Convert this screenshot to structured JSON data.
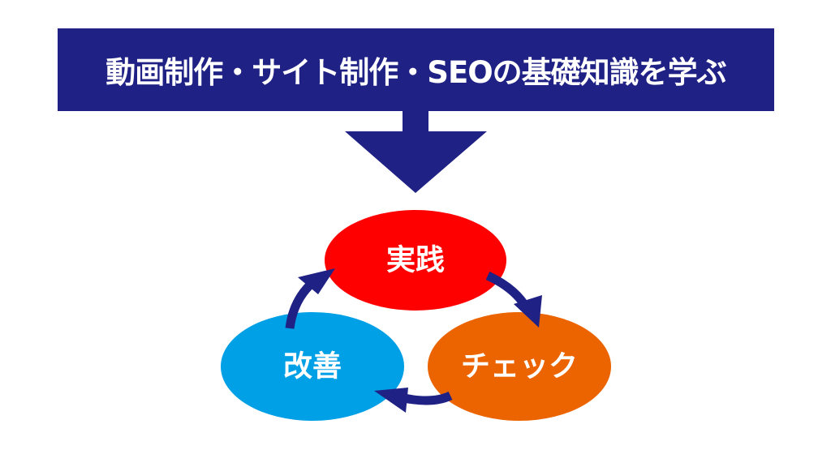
{
  "banner": {
    "title": "動画制作・サイト制作・SEOの基礎知識を学ぶ",
    "color": "#1f2185"
  },
  "cycle": {
    "nodes": [
      {
        "id": "practice",
        "label": "実践",
        "color": "#ff0000"
      },
      {
        "id": "check",
        "label": "チェック",
        "color": "#ec6400"
      },
      {
        "id": "improve",
        "label": "改善",
        "color": "#00a0e6"
      }
    ],
    "arrow_color": "#1f2185",
    "flow": [
      "実践 → チェック",
      "チェック → 改善",
      "改善 → 実践"
    ]
  }
}
